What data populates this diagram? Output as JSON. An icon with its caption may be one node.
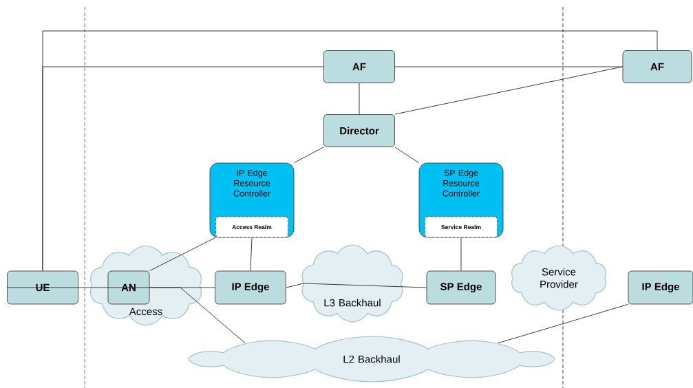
{
  "diagram": {
    "nodes": [
      {
        "text": [
          "AF"
        ]
      },
      {
        "text": [
          "AF"
        ]
      },
      {
        "text": [
          "Director"
        ]
      },
      {
        "text": [
          "IP Edge Resource Controller"
        ]
      },
      {
        "text": [
          "Access Realm"
        ],
        "in": 3
      },
      {
        "text": [
          "SP Edge Resource Controller"
        ]
      },
      {
        "text": [
          "Service Realm"
        ],
        "in": 5
      },
      {
        "text": [
          "UE"
        ]
      },
      {
        "text": [
          "Access"
        ]
      },
      {
        "text": [
          "AN"
        ],
        "in": 8
      },
      {
        "text": [
          "IP Edge"
        ]
      },
      {
        "text": [
          "L3 Backhaul"
        ]
      },
      {
        "text": [
          "SP Edge"
        ]
      },
      {
        "text": [
          "Service Provider"
        ]
      },
      {
        "text": [
          "IP Edge"
        ]
      },
      {
        "text": [
          "L2 Backhaul"
        ]
      }
    ],
    "edges": [
      {
        "from": 7,
        "to": 1,
        "arrow": "none"
      },
      {
        "from": 7,
        "to": 0,
        "arrow": "none"
      },
      {
        "from": 0,
        "to": 1,
        "arrow": "none"
      },
      {
        "from": 0,
        "to": 2,
        "arrow": "none"
      },
      {
        "from": 1,
        "to": 2,
        "arrow": "none"
      },
      {
        "from": 2,
        "to": 3,
        "arrow": "none"
      },
      {
        "from": 2,
        "to": 5,
        "arrow": "none"
      },
      {
        "from": 4,
        "to": 9,
        "arrow": "none"
      },
      {
        "from": 4,
        "to": 10,
        "arrow": "none"
      },
      {
        "from": 6,
        "to": 12,
        "arrow": "none"
      },
      {
        "from": 7,
        "to": 9,
        "arrow": "none"
      },
      {
        "from": 9,
        "to": 10,
        "arrow": "none"
      },
      {
        "from": 10,
        "to": 11,
        "arrow": "none"
      },
      {
        "from": 11,
        "to": 12,
        "arrow": "none"
      },
      {
        "from": 9,
        "to": 15,
        "arrow": "none"
      },
      {
        "from": 15,
        "to": 14,
        "arrow": "none"
      }
    ]
  }
}
